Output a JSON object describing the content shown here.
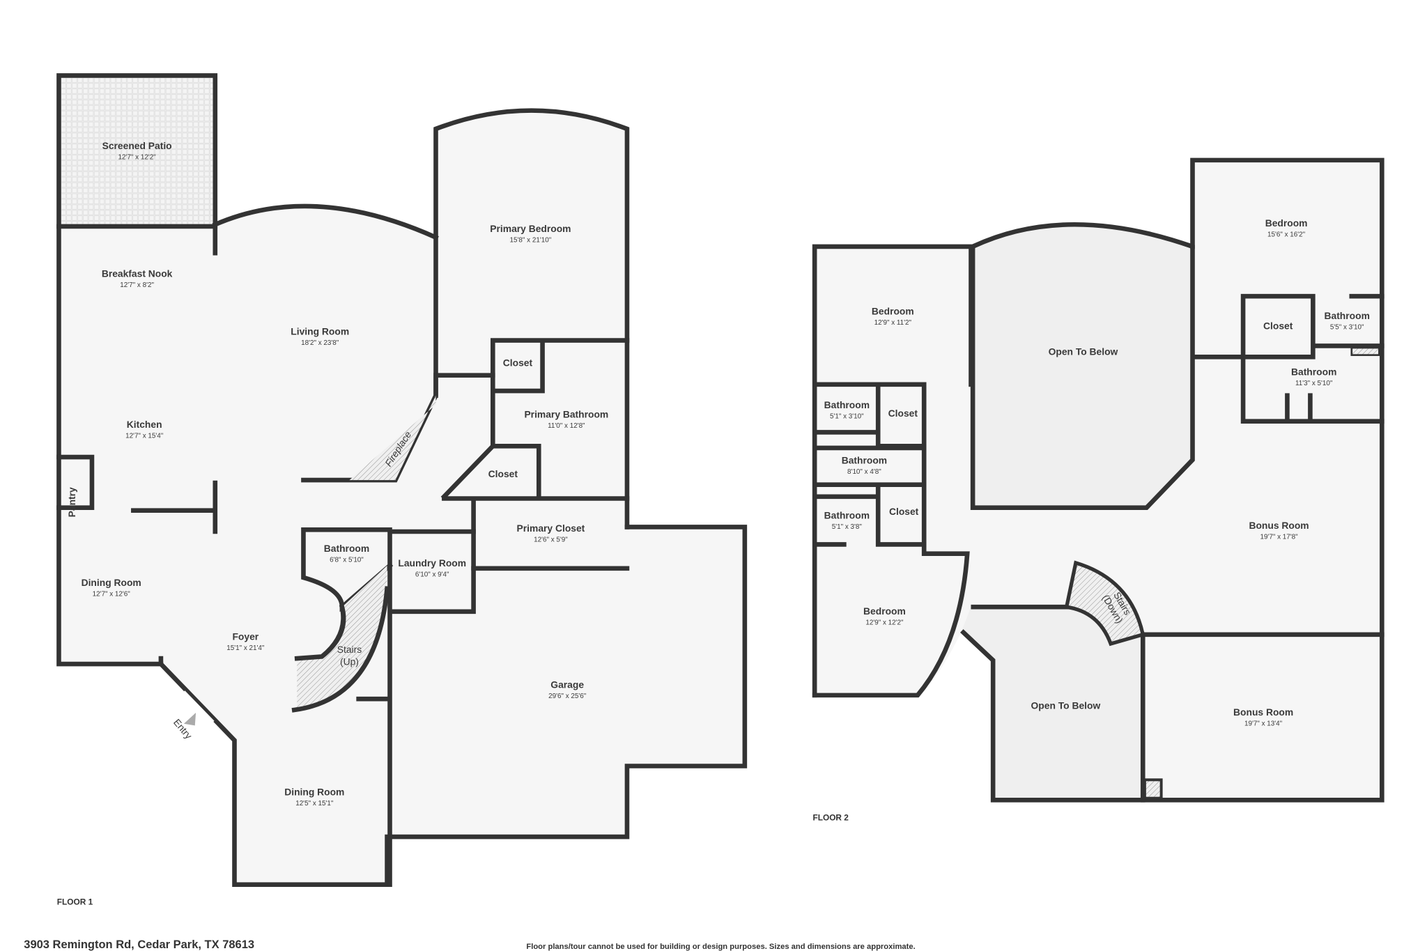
{
  "address": "3903 Remington Rd, Cedar Park, TX 78613",
  "disclaimer": "Floor plans/tour cannot be used for building or design purposes. Sizes and dimensions are approximate.",
  "colors": {
    "wall": "#333333",
    "floor": "#f6f6f6",
    "open_to_below": "#efefef"
  },
  "floor1": {
    "label": "FLOOR 1",
    "entry_label": "Entry",
    "fireplace_label": "Fireplace",
    "pantry_label": "Pantry",
    "rooms": [
      {
        "name": "Screened Patio",
        "dims": "12'7\" x 12'2\""
      },
      {
        "name": "Primary Bedroom",
        "dims": "15'8\" x 21'10\""
      },
      {
        "name": "Breakfast Nook",
        "dims": "12'7\" x 8'2\""
      },
      {
        "name": "Living Room",
        "dims": "18'2\" x 23'8\""
      },
      {
        "name": "Closet",
        "dims": ""
      },
      {
        "name": "Primary Bathroom",
        "dims": "11'0\" x 12'8\""
      },
      {
        "name": "Kitchen",
        "dims": "12'7\" x 15'4\""
      },
      {
        "name": "Closet",
        "dims": ""
      },
      {
        "name": "Primary Closet",
        "dims": "12'6\" x 5'9\""
      },
      {
        "name": "Bathroom",
        "dims": "6'8\" x 5'10\""
      },
      {
        "name": "Laundry Room",
        "dims": "6'10\" x 9'4\""
      },
      {
        "name": "Dining Room",
        "dims": "12'7\" x 12'6\""
      },
      {
        "name": "Foyer",
        "dims": "15'1\" x 21'4\""
      },
      {
        "name": "Stairs",
        "dims": "(Up)"
      },
      {
        "name": "Garage",
        "dims": "29'6\" x 25'6\""
      },
      {
        "name": "Dining Room",
        "dims": "12'5\" x 15'1\""
      }
    ]
  },
  "floor2": {
    "label": "FLOOR 2",
    "rooms": [
      {
        "name": "Bedroom",
        "dims": "15'6\" x 16'2\""
      },
      {
        "name": "Bedroom",
        "dims": "12'9\" x 11'2\""
      },
      {
        "name": "Open To Below",
        "dims": ""
      },
      {
        "name": "Closet",
        "dims": ""
      },
      {
        "name": "Bathroom",
        "dims": "5'5\" x 3'10\""
      },
      {
        "name": "Bathroom",
        "dims": "11'3\" x 5'10\""
      },
      {
        "name": "Bathroom",
        "dims": "5'1\" x 3'10\""
      },
      {
        "name": "Closet",
        "dims": ""
      },
      {
        "name": "Bathroom",
        "dims": "8'10\" x 4'8\""
      },
      {
        "name": "Bathroom",
        "dims": "5'1\" x 3'8\""
      },
      {
        "name": "Closet",
        "dims": ""
      },
      {
        "name": "Bonus Room",
        "dims": "19'7\" x 17'8\""
      },
      {
        "name": "Bedroom",
        "dims": "12'9\" x 12'2\""
      },
      {
        "name": "Stairs",
        "dims": "(Down)"
      },
      {
        "name": "Open To Below",
        "dims": ""
      },
      {
        "name": "Bonus Room",
        "dims": "19'7\" x 13'4\""
      }
    ]
  }
}
